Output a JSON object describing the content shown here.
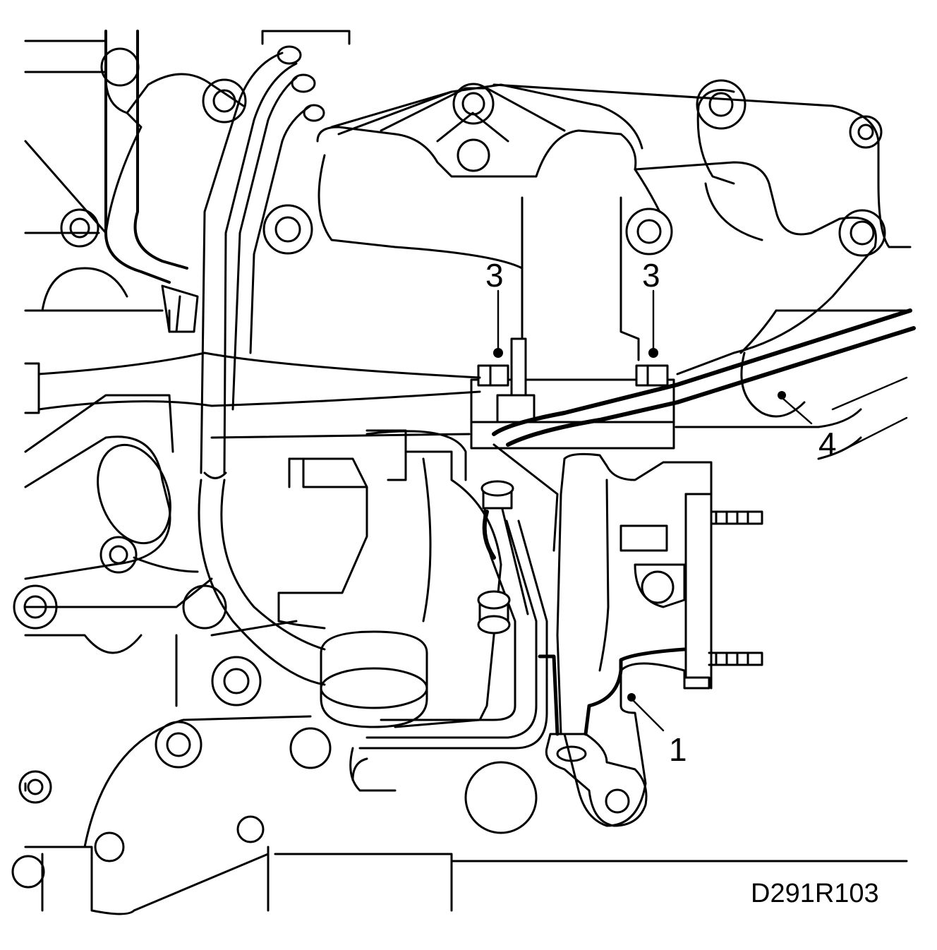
{
  "diagram": {
    "callouts": {
      "one": "1",
      "three_left": "3",
      "three_right": "3",
      "four": "4"
    },
    "reference_code": "D291R103"
  }
}
